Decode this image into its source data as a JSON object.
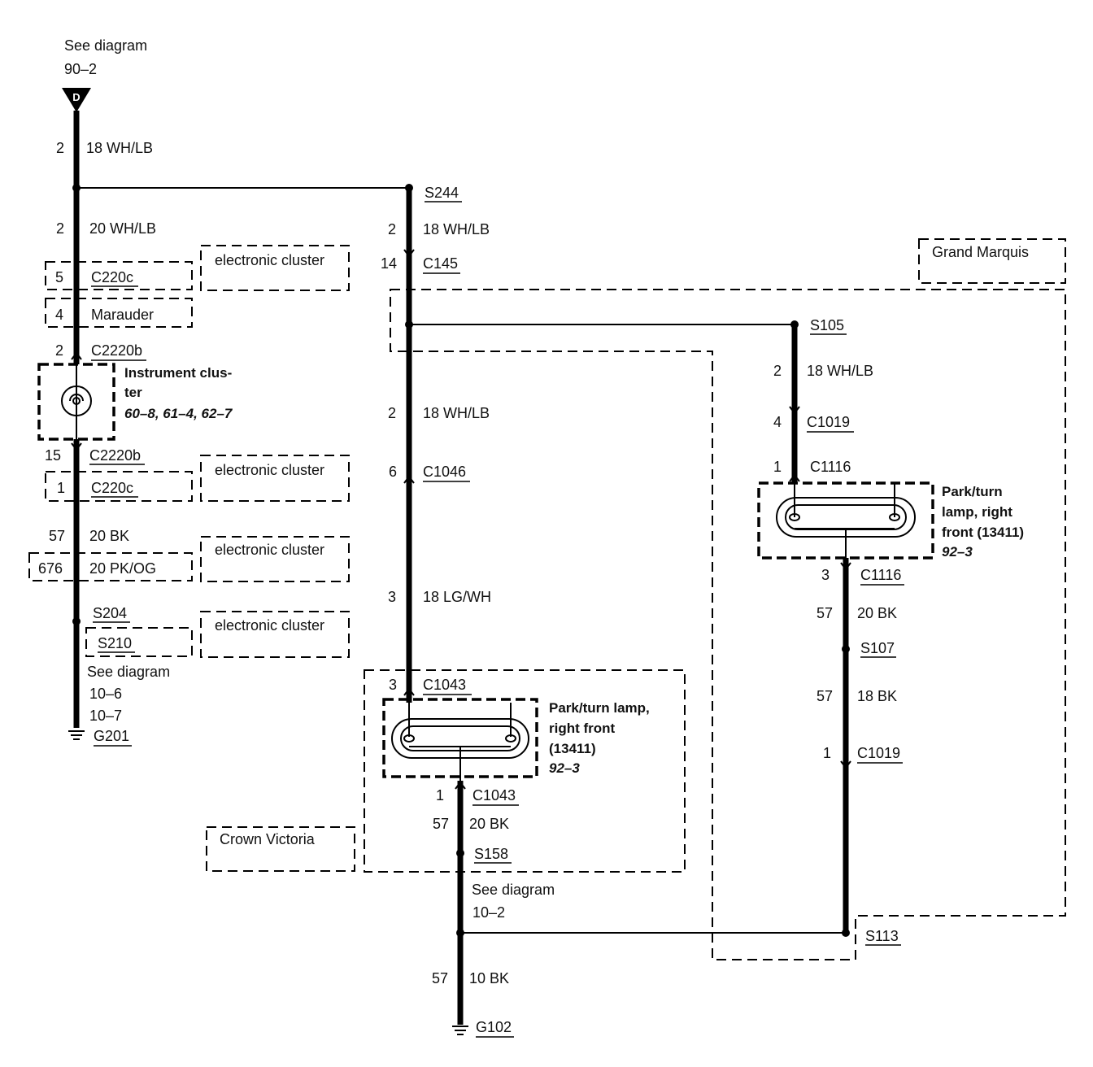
{
  "offpage": {
    "ref_line1": "See diagram",
    "ref_line2": "90–2",
    "connector_letter": "D"
  },
  "left_branch": {
    "wire_top": {
      "pin": "2",
      "label": "18 WH/LB"
    },
    "wire_mid": {
      "pin": "2",
      "label": "20 WH/LB"
    },
    "c220c_top": {
      "pin": "5",
      "label": "C220c"
    },
    "marauder": {
      "pin": "4",
      "label": "Marauder"
    },
    "c2220b_top": {
      "pin": "2",
      "label": "C2220b"
    },
    "instrument_cluster": {
      "line1": "Instrument clus-",
      "line2": "ter",
      "ref": "60–8, 61–4, 62–7"
    },
    "c2220b_bottom": {
      "pin": "15",
      "label": "C2220b"
    },
    "c220c_bottom": {
      "pin": "1",
      "label": "C220c"
    },
    "wire_bk": {
      "pin": "57",
      "label": "20 BK"
    },
    "wire_pk": {
      "pin": "676",
      "label": "20 PK/OG"
    },
    "s204": "S204",
    "s210": "S210",
    "see_line1": "See diagram",
    "see_line2": "10–6",
    "see_line3": "10–7",
    "ground": "G201",
    "option_labels": [
      "electronic cluster",
      "electronic cluster",
      "electronic cluster",
      "electronic cluster"
    ]
  },
  "middle_branch": {
    "s244": "S244",
    "wire_1": {
      "pin": "2",
      "label": "18 WH/LB"
    },
    "c145": {
      "pin": "14",
      "label": "C145"
    },
    "wire_2": {
      "pin": "2",
      "label": "18 WH/LB"
    },
    "c1046": {
      "pin": "6",
      "label": "C1046"
    },
    "wire_3": {
      "pin": "3",
      "label": "18 LG/WH"
    },
    "c1043_top": {
      "pin": "3",
      "label": "C1043"
    },
    "lamp": {
      "line1": "Park/turn lamp,",
      "line2": "right front",
      "line3": "(13411)",
      "ref": "92–3"
    },
    "c1043_bottom": {
      "pin": "1",
      "label": "C1043"
    },
    "wire_bk": {
      "pin": "57",
      "label": "20 BK"
    },
    "s158": "S158",
    "see_line1": "See diagram",
    "see_line2": "10–2",
    "wire_ground": {
      "pin": "57",
      "label": "10 BK"
    },
    "ground": "G102",
    "crown_victoria": "Crown Victoria"
  },
  "right_branch": {
    "grand_marquis": "Grand Marquis",
    "s105": "S105",
    "wire_1": {
      "pin": "2",
      "label": "18 WH/LB"
    },
    "c1019_top": {
      "pin": "4",
      "label": "C1019"
    },
    "c1116_top": {
      "pin": "1",
      "label": "C1116"
    },
    "lamp": {
      "line1": "Park/turn",
      "line2": "lamp, right",
      "line3": "front (13411)",
      "ref": "92–3"
    },
    "c1116_bottom": {
      "pin": "3",
      "label": "C1116"
    },
    "wire_bk": {
      "pin": "57",
      "label": "20 BK"
    },
    "s107": "S107",
    "wire_bk2": {
      "pin": "57",
      "label": "18 BK"
    },
    "c1019_bottom": {
      "pin": "1",
      "label": "C1019"
    },
    "s113": "S113"
  }
}
